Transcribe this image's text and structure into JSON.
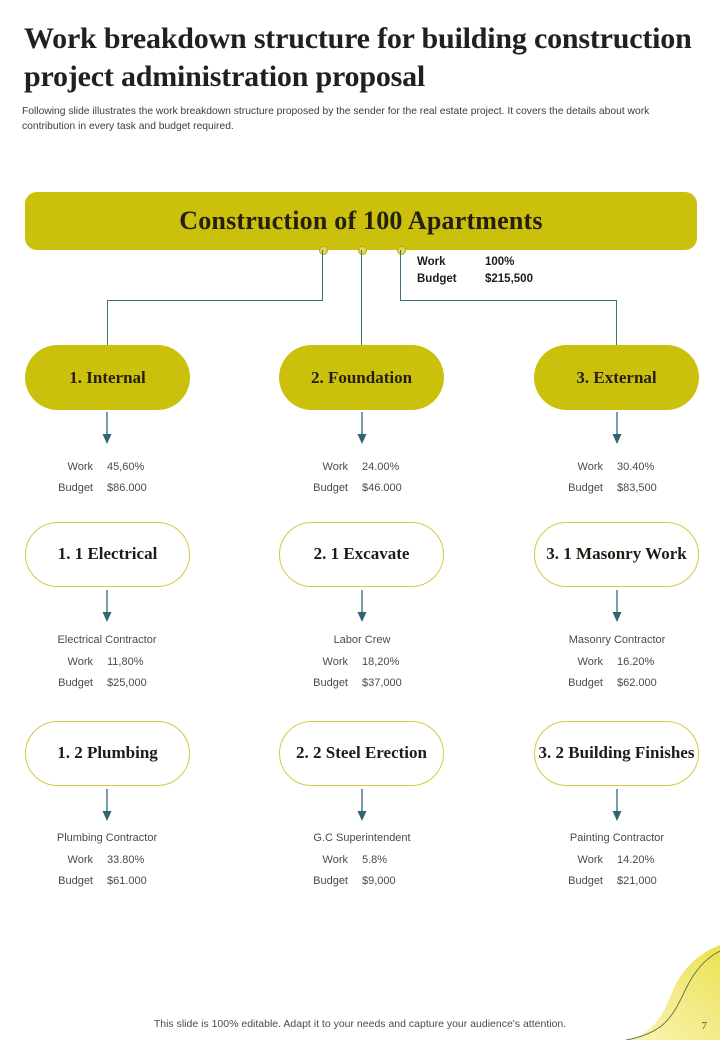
{
  "header": {
    "title": "Work breakdown structure for building construction project administration proposal",
    "subtitle": "Following slide illustrates the work breakdown structure proposed by the sender for the real estate project. It covers the details about work contribution in every  task and budget required."
  },
  "colors": {
    "accent_yellow": "#cbc10d",
    "outline_yellow": "#d6c93f",
    "connector_teal": "#3f7180",
    "text_dark": "#241f10",
    "stat_text": "#4a4a4a"
  },
  "root": {
    "label": "Construction of 100 Apartments",
    "stats": {
      "work_label": "Work",
      "work_value": "100%",
      "budget_label": "Budget",
      "budget_value": "$215,500"
    }
  },
  "labels": {
    "work": "Work",
    "budget": "Budget"
  },
  "columns": [
    {
      "level1": {
        "label": "1. Internal",
        "work": "45,60%",
        "budget": "$86.000"
      },
      "children": [
        {
          "label": "1. 1 Electrical",
          "owner": "Electrical Contractor",
          "work": "11,80%",
          "budget": "$25,000"
        },
        {
          "label": "1. 2 Plumbing",
          "owner": "Plumbing Contractor",
          "work": "33.80%",
          "budget": "$61.000"
        }
      ]
    },
    {
      "level1": {
        "label": "2. Foundation",
        "work": "24.00%",
        "budget": "$46.000"
      },
      "children": [
        {
          "label": "2. 1 Excavate",
          "owner": "Labor Crew",
          "work": "18,20%",
          "budget": "$37,000"
        },
        {
          "label": "2. 2 Steel Erection",
          "owner": "G.C Superintendent",
          "work": "5.8%",
          "budget": "$9,000"
        }
      ]
    },
    {
      "level1": {
        "label": "3. External",
        "work": "30.40%",
        "budget": "$83,500"
      },
      "children": [
        {
          "label": "3. 1 Masonry Work",
          "owner": "Masonry Contractor",
          "work": "16.20%",
          "budget": "$62.000"
        },
        {
          "label": "3. 2 Building Finishes",
          "owner": "Painting Contractor",
          "work": "14.20%",
          "budget": "$21,000"
        }
      ]
    }
  ],
  "footer": {
    "note": "This slide is 100% editable. Adapt it to your needs and capture your audience's attention.",
    "page_number": "7"
  }
}
